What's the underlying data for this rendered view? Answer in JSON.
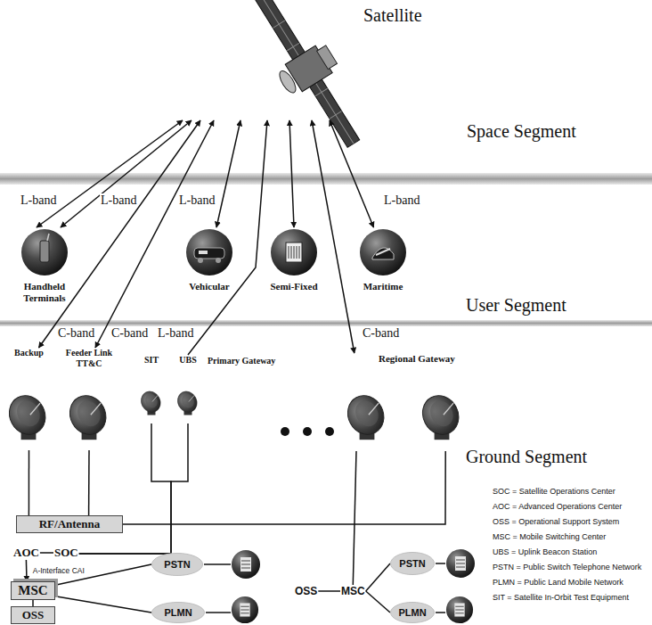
{
  "diagram": {
    "nodes": [
      {
        "text": [
          "Satellite"
        ]
      },
      {
        "text": [
          "Handheld Terminals"
        ]
      },
      {
        "text": [
          "Vehicular"
        ]
      },
      {
        "text": [
          "Semi-Fixed"
        ]
      },
      {
        "text": [
          "Maritime"
        ]
      },
      {
        "text": [
          "Backup"
        ]
      },
      {
        "text": [
          "Feeder Link TT&C"
        ]
      },
      {
        "text": [
          "SIT"
        ]
      },
      {
        "text": [
          "UBS"
        ]
      },
      {
        "text": [
          "Regional Gateway"
        ]
      },
      {
        "text": [
          "RF/Antenna"
        ]
      },
      {
        "text": [
          "AOC"
        ]
      },
      {
        "text": [
          "SOC"
        ]
      },
      {
        "text": [
          "MSC"
        ]
      },
      {
        "text": [
          "OSS"
        ]
      },
      {
        "text": [
          "PSTN"
        ]
      },
      {
        "text": [
          "PLMN"
        ]
      },
      {
        "text": [
          "OSS"
        ]
      },
      {
        "text": [
          "MSC"
        ]
      },
      {
        "text": [
          "PSTN"
        ]
      },
      {
        "text": [
          "PLMN"
        ]
      }
    ],
    "edges": [
      {
        "from": 0,
        "to": 1,
        "arrow": "both"
      },
      {
        "from": 0,
        "to": 1,
        "arrow": "both"
      },
      {
        "from": 0,
        "to": 2,
        "arrow": "both"
      },
      {
        "from": 0,
        "to": 3,
        "arrow": "both"
      },
      {
        "from": 0,
        "to": 4,
        "arrow": "both"
      },
      {
        "from": 0,
        "to": 5,
        "arrow": "both"
      },
      {
        "from": 0,
        "to": 6,
        "arrow": "both"
      },
      {
        "from": 8,
        "to": 0,
        "arrow": "to"
      },
      {
        "from": 0,
        "to": 9,
        "arrow": "both"
      },
      {
        "from": 5,
        "to": 10,
        "arrow": "none"
      },
      {
        "from": 6,
        "to": 10,
        "arrow": "none"
      },
      {
        "from": 7,
        "to": 12,
        "arrow": "none"
      },
      {
        "from": 8,
        "to": 12,
        "arrow": "none"
      },
      {
        "from": 10,
        "to": 9,
        "arrow": "none"
      },
      {
        "from": 11,
        "to": 12,
        "arrow": "none"
      },
      {
        "from": 11,
        "to": 13,
        "label": "A-Interface CAI",
        "arrow": "to"
      },
      {
        "from": 13,
        "to": 14,
        "arrow": "none"
      },
      {
        "from": 13,
        "to": 15,
        "arrow": "none"
      },
      {
        "from": 13,
        "to": 16,
        "arrow": "none"
      },
      {
        "from": 9,
        "to": 18,
        "arrow": "none"
      },
      {
        "from": 17,
        "to": 18,
        "arrow": "none"
      },
      {
        "from": 18,
        "to": 19,
        "arrow": "none"
      },
      {
        "from": 18,
        "to": 20,
        "arrow": "none"
      }
    ],
    "labels": [
      "Space Segment",
      "User Segment",
      "Ground Segment",
      "L-band",
      "L-band",
      "L-band",
      "L-band",
      "C-band",
      "C-band",
      "L-band",
      "C-band",
      "Primary Gateway",
      "SOC = Satellite Operations Center",
      "AOC = Advanced Operations Center",
      "OSS = Operational Support System",
      "MSC = Mobile Switching Center",
      "UBS = Uplink Beacon Station",
      "PSTN = Public Switch Telephone Network",
      "PLMN = Public Land Mobile Network",
      "SIT = Satellite In-Orbit Test Equipment"
    ]
  }
}
